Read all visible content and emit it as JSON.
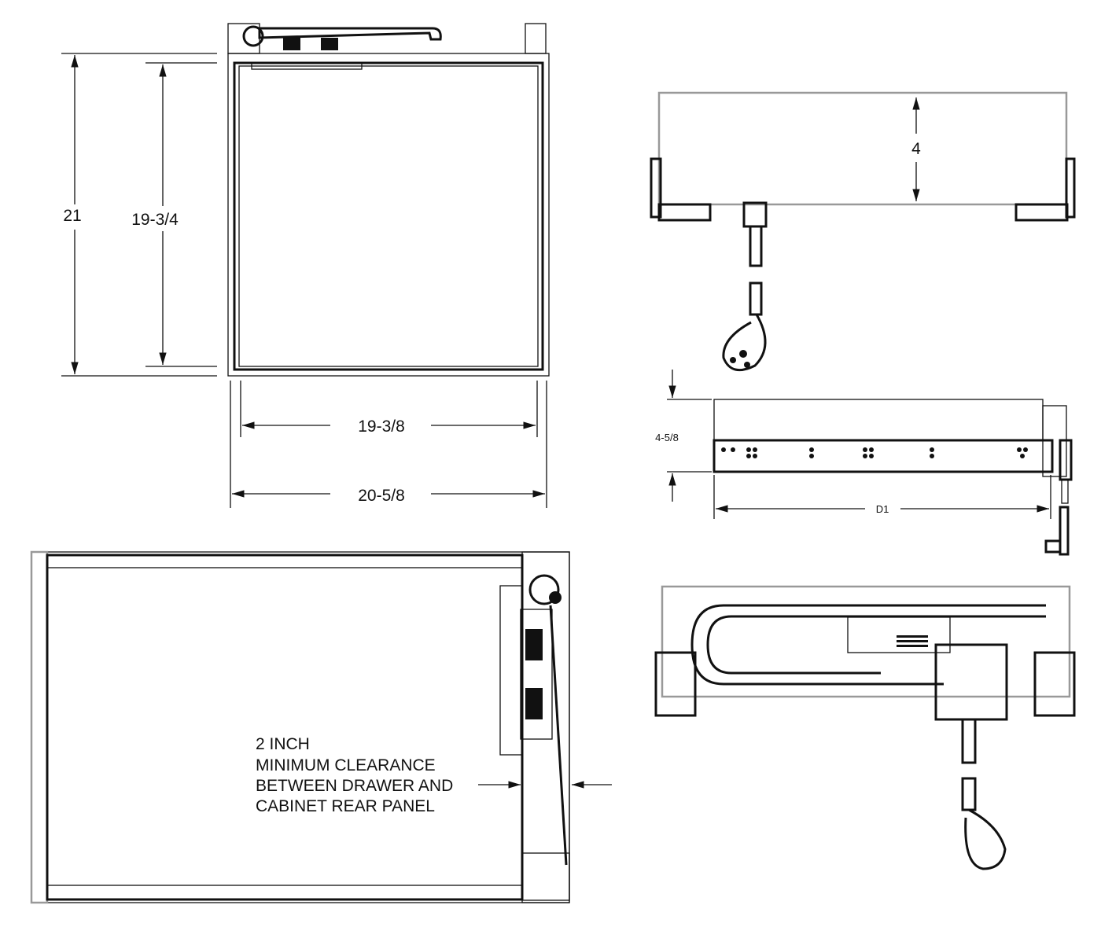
{
  "front_view": {
    "height_outer": "21",
    "height_inner": "19-3/4",
    "width_inner": "19-3/8",
    "width_outer": "20-5/8"
  },
  "side_view_top": {
    "height": "4"
  },
  "side_view_drawer": {
    "height": "4-5/8",
    "depth": "D1"
  },
  "plan_view": {
    "note_lines": [
      "2 INCH",
      "MINIMUM CLEARANCE",
      "BETWEEN DRAWER AND",
      "CABINET REAR PANEL"
    ]
  }
}
